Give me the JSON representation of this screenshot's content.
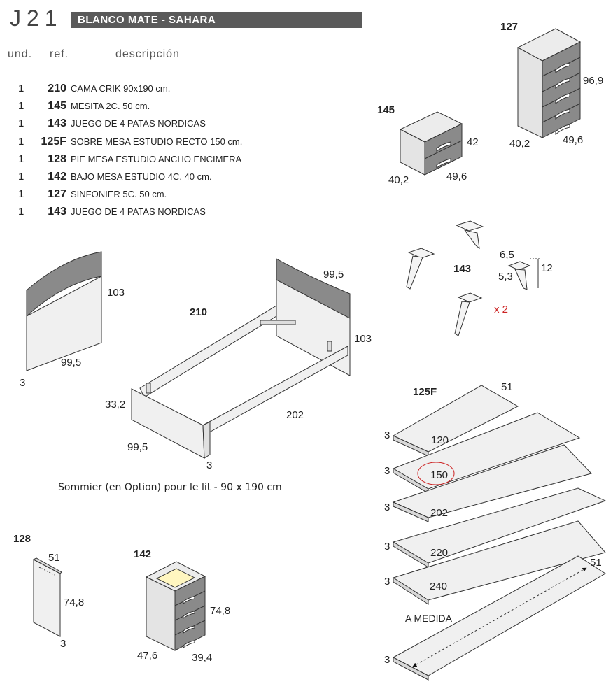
{
  "header": {
    "code": "J21",
    "finish": "BLANCO MATE - SAHARA",
    "columns": {
      "qty": "und.",
      "ref": "ref.",
      "desc": "descripción"
    }
  },
  "items": [
    {
      "qty": "1",
      "ref": "210",
      "desc": "CAMA CRIK 90x190 cm."
    },
    {
      "qty": "1",
      "ref": "145",
      "desc": "MESITA 2C. 50 cm."
    },
    {
      "qty": "1",
      "ref": "143",
      "desc": "JUEGO DE 4 PATAS NORDICAS"
    },
    {
      "qty": "1",
      "ref": "125F",
      "desc": "SOBRE MESA ESTUDIO RECTO 150 cm."
    },
    {
      "qty": "1",
      "ref": "128",
      "desc": "PIE MESA ESTUDIO ANCHO ENCIMERA"
    },
    {
      "qty": "1",
      "ref": "142",
      "desc": "BAJO MESA ESTUDIO 4C. 40 cm."
    },
    {
      "qty": "1",
      "ref": "127",
      "desc": "SINFONIER 5C. 50 cm."
    },
    {
      "qty": "1",
      "ref": "143",
      "desc": "JUEGO DE 4 PATAS NORDICAS"
    }
  ],
  "products": {
    "p127": {
      "label": "127",
      "w": "40,2",
      "d": "49,6",
      "h": "96,9"
    },
    "p145": {
      "label": "145",
      "w": "40,2",
      "d": "49,6",
      "h": "42"
    },
    "p143": {
      "label": "143",
      "a": "6,5",
      "b": "5,3",
      "h": "12",
      "mult": "x 2"
    },
    "p210": {
      "label": "210",
      "head_w": "99,5",
      "head_h": "103",
      "head_t": "3",
      "bed_hb_w": "99,5",
      "bed_hb_h": "103",
      "bed_side_h": "33,2",
      "bed_len": "202",
      "bed_w": "99,5",
      "bed_t": "3",
      "note": "Sommier (en Option) pour le lit  - 90 x 190 cm"
    },
    "p125F": {
      "label": "125F",
      "width": "51",
      "thickness": [
        "3",
        "3",
        "3",
        "3",
        "3"
      ],
      "lengths": [
        "120",
        "150",
        "202",
        "220",
        "240"
      ],
      "custom_label": "A MEDIDA",
      "custom_width": "51",
      "custom_t": "3"
    },
    "p128": {
      "label": "128",
      "w": "51",
      "h": "74,8",
      "t": "3"
    },
    "p142": {
      "label": "142",
      "h": "74,8",
      "w": "47,6",
      "d": "39,4"
    }
  },
  "colors": {
    "banner": "#5a5a5a",
    "grey_panel": "#8a8a8a",
    "highlight": "#cc2222"
  }
}
